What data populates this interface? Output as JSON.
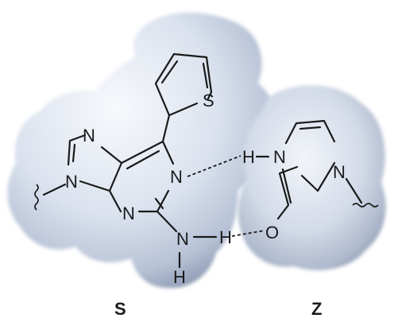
{
  "labels": {
    "left_molecule": "S",
    "right_molecule": "Z"
  },
  "atoms": {
    "sulfur": "S",
    "s_n7": "N",
    "s_n9": "N",
    "s_n1": "N",
    "s_n3": "N",
    "s_amino_n": "N",
    "s_amino_h1": "H",
    "s_amino_h2": "H",
    "z_n1": "N",
    "z_n3": "N",
    "z_nh_h": "H",
    "z_o": "O"
  },
  "colors": {
    "surface_light": "#eef2f8",
    "surface_mid": "#c9d3e3",
    "surface_dark": "#8e9bb3",
    "ink": "#1a1a1a"
  }
}
